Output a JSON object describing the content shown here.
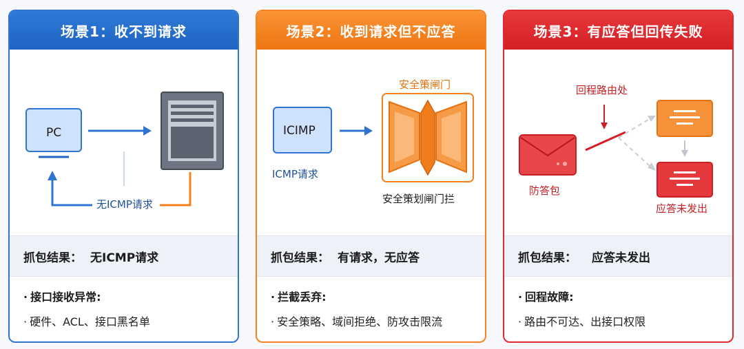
{
  "cards": [
    {
      "header": "场景1：收不到请求",
      "pc_label": "PC",
      "flow_label": "无ICMP请求",
      "result_label": "抓包结果：",
      "result_value": "无ICMP请求",
      "note_title": "接口接收异常:",
      "note_item": "硬件、ACL、接口黑名单",
      "colors": {
        "accent": "#2f74d0",
        "orange": "#f5821f"
      }
    },
    {
      "header": "场景2：收到请求但不应答",
      "icmp_box": "ICIMP",
      "icmp_label": "ICMP请求",
      "gate_title": "安全策闸门",
      "gate_label": "安全策划闸门拦",
      "result_label": "抓包结果：",
      "result_value": "有请求，无应答",
      "note_title": "拦截丢弃:",
      "note_item": "安全策略、域间拒绝、防攻击限流",
      "colors": {
        "accent": "#f5821f",
        "blue": "#2f74d0"
      }
    },
    {
      "header": "场景3：有应答但回传失败",
      "route_label": "回程路由处",
      "envelope_label": "防答包",
      "unsent_label": "应答未发出",
      "result_label": "抓包结果：",
      "result_value": "应答未发出",
      "note_title": "回程故障:",
      "note_item": "路由不可达、出接口权限",
      "colors": {
        "accent": "#e0292d",
        "orange": "#f5821f"
      }
    }
  ]
}
